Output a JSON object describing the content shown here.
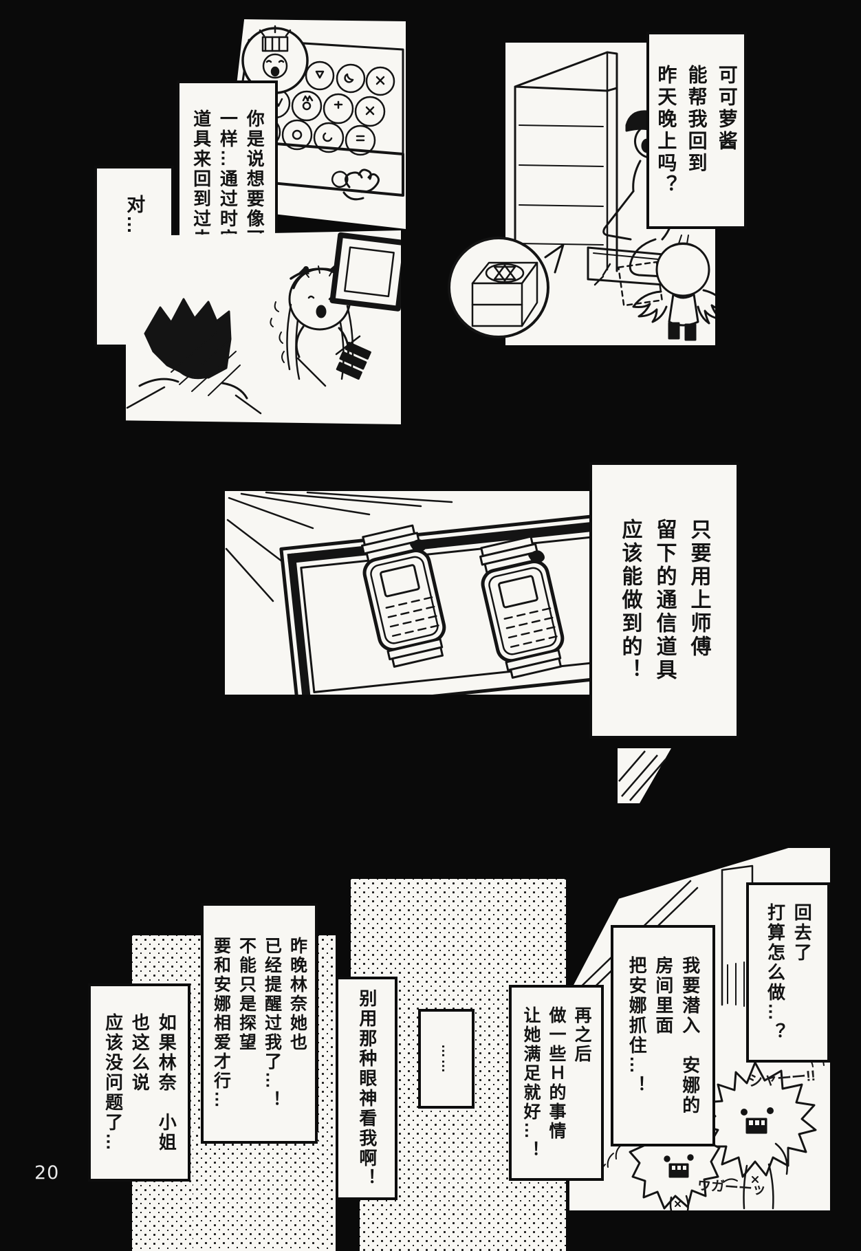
{
  "page": {
    "number": "20"
  },
  "colors": {
    "ink": "#0d0d0d",
    "paper": "#f8f7f3",
    "background": "#0a0a0a"
  },
  "bubbles": {
    "kokoro_request": {
      "columns": [
        "可可萝酱",
        "能帮我回到",
        "昨天晚上吗？"
      ]
    },
    "timejump_question": {
      "columns": [
        "你是说想要像可可萝",
        "一样…通过时空跳跃",
        "道具来回到过去吗？"
      ]
    },
    "yes_reply": {
      "columns": [
        "对…没错…！"
      ]
    },
    "master_item": {
      "columns": [
        "只要用上师傅",
        "留下的通信道具",
        "应该能做到的！"
      ]
    },
    "plan_question": {
      "columns": [
        "回去了",
        "打算怎么做…？"
      ]
    },
    "sneak_plan": {
      "columns": [
        "我要潜入　安娜的",
        "房间里面",
        "把安娜抓住…！"
      ]
    },
    "h_plan": {
      "columns": [
        "再之后",
        "做一些Ｈ的事情",
        "让她满足就好…！"
      ]
    },
    "silence": {
      "columns": [
        "……"
      ]
    },
    "dont_look": {
      "columns": [
        "别用那种眼神看我啊！"
      ]
    },
    "rinna_reminder": {
      "columns": [
        "昨晚林奈她也",
        "已经提醒过我了…！",
        "不能只是探望",
        "要和安娜相爱才行…"
      ]
    },
    "rinna_approval": {
      "columns": [
        "如果林奈　小姐",
        "也这么说",
        "应该没问题了…"
      ]
    }
  },
  "sfx": {
    "hiss": "シャーー!!",
    "growl": "ウガーーッ"
  }
}
